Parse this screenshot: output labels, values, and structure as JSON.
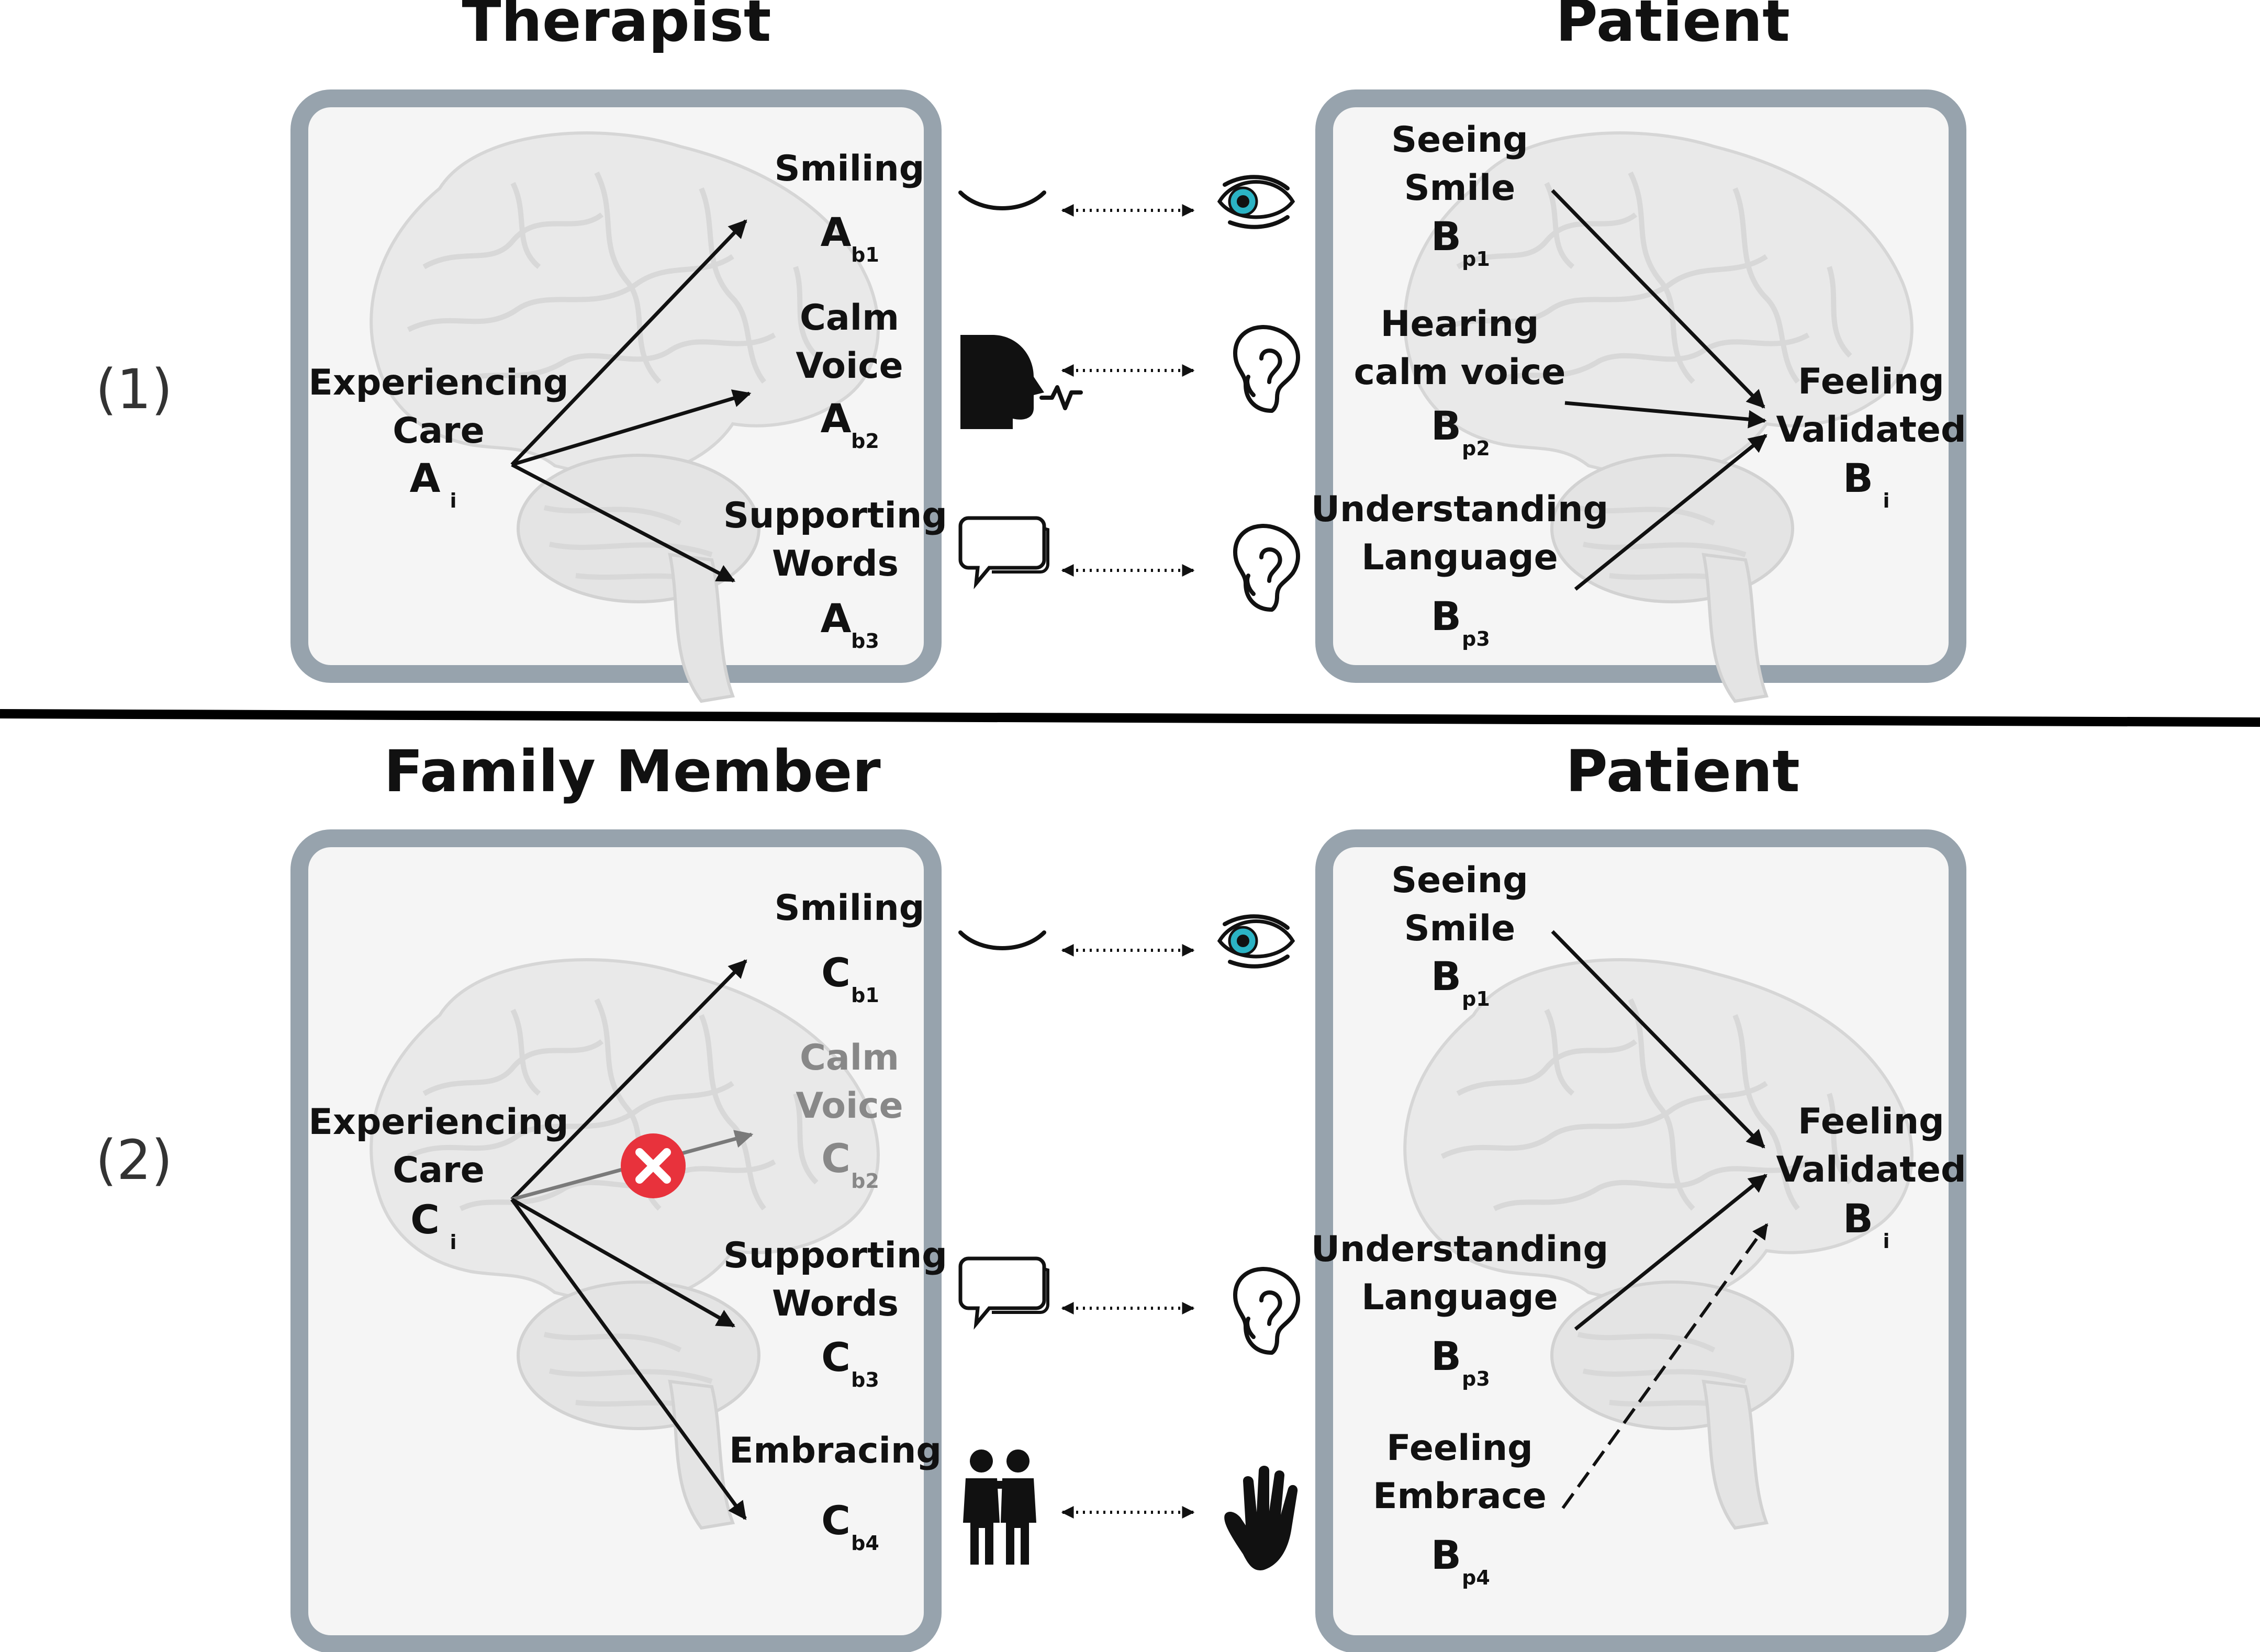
{
  "colors": {
    "box_border": "#97a3ad",
    "box_fill": "#f5f5f5",
    "cross_mark": "#e8323c",
    "eye_iris": "#2bb3c4",
    "muted_text": "#888888"
  },
  "section1": {
    "number": "(1)",
    "left_title": "Therapist",
    "right_title": "Patient",
    "left": {
      "source": {
        "line1": "Experiencing",
        "line2": "Care",
        "var": "A",
        "sub": "i"
      },
      "smiling": {
        "label": "Smiling",
        "var": "A",
        "sub": "b1"
      },
      "calm": {
        "line1": "Calm",
        "line2": "Voice",
        "var": "A",
        "sub": "b2"
      },
      "words": {
        "line1": "Supporting",
        "line2": "Words",
        "var": "A",
        "sub": "b3"
      }
    },
    "right": {
      "seeing": {
        "line1": "Seeing",
        "line2": "Smile",
        "var": "B",
        "sub": "p1"
      },
      "hearing": {
        "line1": "Hearing",
        "line2": "calm voice",
        "var": "B",
        "sub": "p2"
      },
      "understanding": {
        "line1": "Understanding",
        "line2": "Language",
        "var": "B",
        "sub": "p3"
      },
      "feeling": {
        "line1": "Feeling",
        "line2": "Validated",
        "var": "B",
        "sub": "i"
      }
    },
    "icons": [
      "smile-mouth-icon",
      "eye-icon",
      "speaking-head-icon",
      "ear-icon",
      "speech-bubble-icon",
      "ear-icon"
    ]
  },
  "section2": {
    "number": "(2)",
    "left_title": "Family Member",
    "right_title": "Patient",
    "left": {
      "source": {
        "line1": "Experiencing",
        "line2": "Care",
        "var": "C",
        "sub": "i"
      },
      "smiling": {
        "label": "Smiling",
        "var": "C",
        "sub": "b1"
      },
      "calm": {
        "line1": "Calm",
        "line2": "Voice",
        "var": "C",
        "sub": "b2"
      },
      "words": {
        "line1": "Supporting",
        "line2": "Words",
        "var": "C",
        "sub": "b3"
      },
      "embracing": {
        "label": "Embracing",
        "var": "C",
        "sub": "b4"
      }
    },
    "right": {
      "seeing": {
        "line1": "Seeing",
        "line2": "Smile",
        "var": "B",
        "sub": "p1"
      },
      "understanding": {
        "line1": "Understanding",
        "line2": "Language",
        "var": "B",
        "sub": "p3"
      },
      "embrace": {
        "line1": "Feeling",
        "line2": "Embrace",
        "var": "B",
        "sub": "p4"
      },
      "feeling": {
        "line1": "Feeling",
        "line2": "Validated",
        "var": "B",
        "sub": "i"
      }
    },
    "icons": [
      "smile-mouth-icon",
      "eye-icon",
      "speech-bubble-icon",
      "ear-icon",
      "embracing-people-icon",
      "hand-icon",
      "cross-icon"
    ]
  }
}
